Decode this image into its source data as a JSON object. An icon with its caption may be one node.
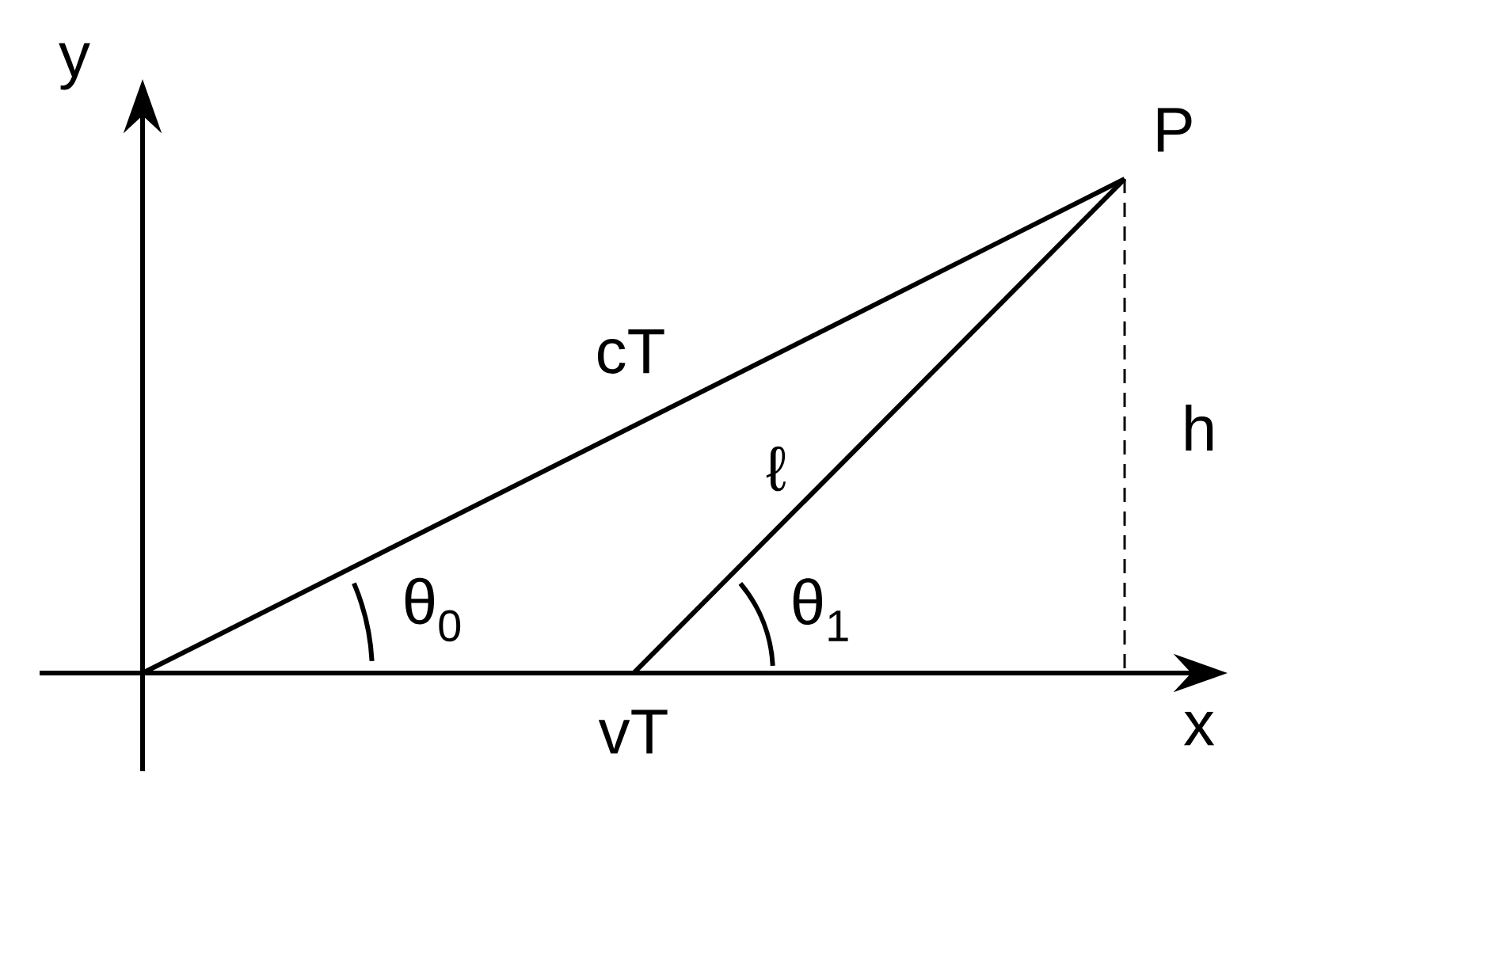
{
  "diagram": {
    "labels": [
      "y",
      "P",
      "cT",
      "h",
      "ℓ",
      "θ$_{0}$",
      "θ$_{1}$",
      "vT",
      "x"
    ]
  }
}
